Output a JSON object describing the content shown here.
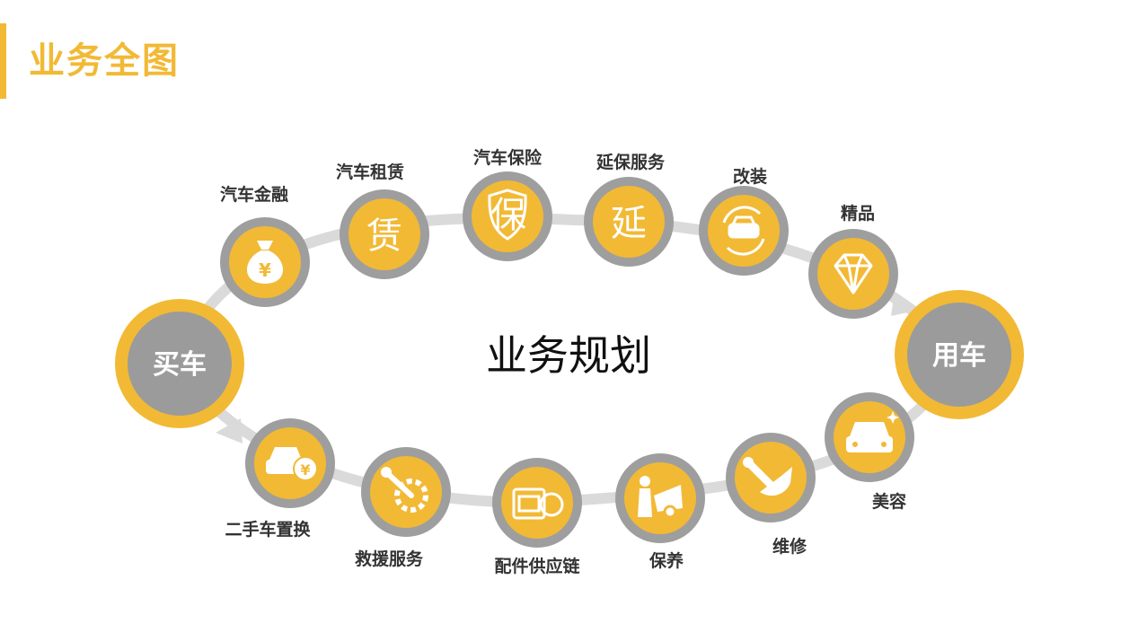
{
  "title": "业务全图",
  "center_label": "业务规划",
  "hubs": {
    "start": "买车",
    "end": "用车"
  },
  "nodes": [
    {
      "label": "汽车金融",
      "icon": "money-bag-icon"
    },
    {
      "label": "汽车租赁",
      "icon": "lease-char-icon",
      "glyph": "赁"
    },
    {
      "label": "汽车保险",
      "icon": "shield-icon",
      "glyph": "保"
    },
    {
      "label": "延保服务",
      "icon": "extension-char-icon",
      "glyph": "延"
    },
    {
      "label": "改装",
      "icon": "car-refresh-icon"
    },
    {
      "label": "精品",
      "icon": "diamond-icon"
    },
    {
      "label": "美容",
      "icon": "sparkling-car-icon"
    },
    {
      "label": "维修",
      "icon": "wrench-hand-icon"
    },
    {
      "label": "保养",
      "icon": "mechanic-icon"
    },
    {
      "label": "配件供应链",
      "icon": "parts-icon"
    },
    {
      "label": "救援服务",
      "icon": "gear-wrench-icon"
    },
    {
      "label": "二手车置换",
      "icon": "car-exchange-icon"
    }
  ],
  "colors": {
    "accent": "#F2B935",
    "ring": "#9E9E9E",
    "hub_inner": "#9B9B9B",
    "track": "#DADADA",
    "label": "#333333"
  }
}
